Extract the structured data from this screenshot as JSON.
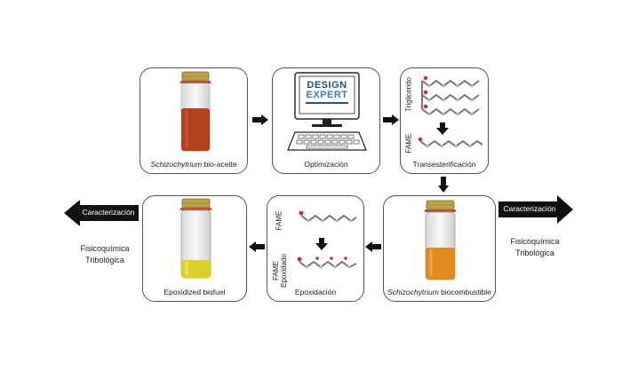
{
  "steps": {
    "bio_aceite": {
      "caption_italic": "Schizochytrium",
      "caption_rest": " bio-aceite"
    },
    "optimizacion": {
      "caption": "Optimización",
      "logo_line1": "DESIGN",
      "logo_line2": "EXPERT"
    },
    "transesterificacion": {
      "caption": "Transesterificación",
      "label_top": "Triglicerido",
      "label_bottom": "FAME"
    },
    "biocombustible": {
      "caption_italic": "Schizochytrium",
      "caption_rest": " biocombustible"
    },
    "epoxidacion": {
      "caption": "Epoxidación",
      "label_top": "FAME",
      "label_bottom": "FAME Epoxidado"
    },
    "epoxidized": {
      "caption": "Epoxidized biofuel"
    }
  },
  "caracterizacion_left": {
    "label": "Caracterización",
    "line1": "Fisicoquímica",
    "line2": "Tribológica"
  },
  "caracterizacion_right": {
    "label": "Caracterización",
    "line1": "Fisicoquímica",
    "line2": "Tribológica"
  },
  "colors": {
    "border": "#555555",
    "arrow": "#111111",
    "bio_oil": "#b2421e",
    "biofuel": "#e08a1e",
    "epoxidized": "#d8d12a",
    "cap_gold": "#b9a24a",
    "logo_blue": "#1f4f8f",
    "oxygen": "#d9232a"
  }
}
